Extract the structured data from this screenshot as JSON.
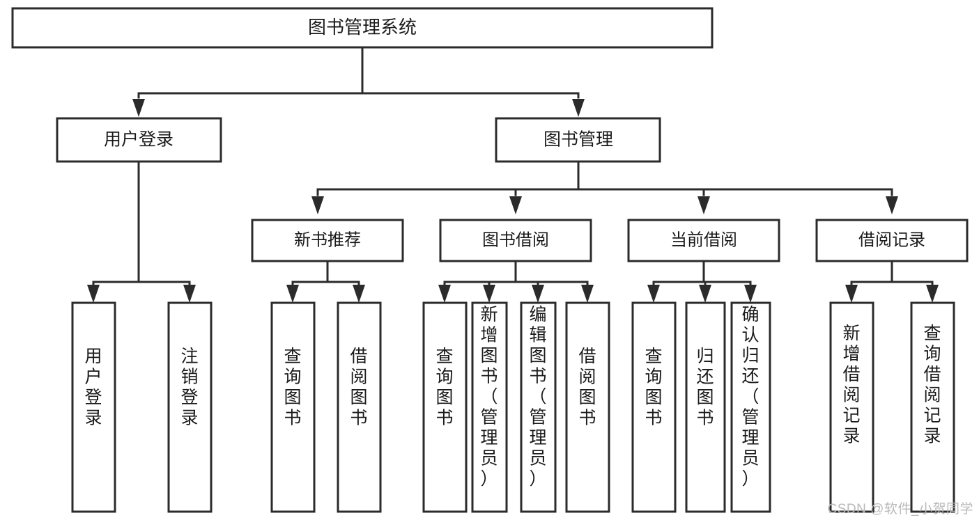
{
  "diagram": {
    "type": "tree-hierarchy-chart",
    "title": "图书管理系统",
    "watermark": "CSDN @软件_小贺同学",
    "colors": {
      "background": "#ffffff",
      "stroke": "#2b2b2b",
      "text": "#1a1a1a",
      "watermark": "#b9b9b9"
    },
    "levels": {
      "level1": [
        {
          "id": "root",
          "label": "图书管理系统",
          "orientation": "horizontal"
        }
      ],
      "level2": [
        {
          "id": "user-login",
          "label": "用户登录",
          "orientation": "horizontal"
        },
        {
          "id": "book-manage",
          "label": "图书管理",
          "orientation": "horizontal"
        }
      ],
      "level3": [
        {
          "id": "new-book-rec",
          "label": "新书推荐",
          "orientation": "horizontal"
        },
        {
          "id": "book-borrow",
          "label": "图书借阅",
          "orientation": "horizontal"
        },
        {
          "id": "current-borrow",
          "label": "当前借阅",
          "orientation": "horizontal"
        },
        {
          "id": "borrow-record",
          "label": "借阅记录",
          "orientation": "horizontal"
        }
      ],
      "level4": [
        {
          "id": "leaf-user-login",
          "label": "用户登录",
          "orientation": "vertical",
          "parent": "user-login"
        },
        {
          "id": "leaf-user-logout",
          "label": "注销登录",
          "orientation": "vertical",
          "parent": "user-login"
        },
        {
          "id": "leaf-query-book-1",
          "label": "查询图书",
          "orientation": "vertical",
          "parent": "new-book-rec"
        },
        {
          "id": "leaf-borrow-book-1",
          "label": "借阅图书",
          "orientation": "vertical",
          "parent": "new-book-rec"
        },
        {
          "id": "leaf-query-book-2",
          "label": "查询图书",
          "orientation": "vertical",
          "parent": "book-borrow"
        },
        {
          "id": "leaf-add-book",
          "label": "新增图书（管理员）",
          "orientation": "vertical",
          "parent": "book-borrow"
        },
        {
          "id": "leaf-edit-book",
          "label": "编辑图书（管理员）",
          "orientation": "vertical",
          "parent": "book-borrow"
        },
        {
          "id": "leaf-borrow-book-2",
          "label": "借阅图书",
          "orientation": "vertical",
          "parent": "book-borrow"
        },
        {
          "id": "leaf-query-book-3",
          "label": "查询图书",
          "orientation": "vertical",
          "parent": "current-borrow"
        },
        {
          "id": "leaf-return-book",
          "label": "归还图书",
          "orientation": "vertical",
          "parent": "current-borrow"
        },
        {
          "id": "leaf-confirm-return",
          "label": "确认归还（管理员）",
          "orientation": "vertical",
          "parent": "current-borrow"
        },
        {
          "id": "leaf-add-record",
          "label": "新增借阅记录",
          "orientation": "vertical",
          "parent": "borrow-record"
        },
        {
          "id": "leaf-query-record",
          "label": "查询借阅记录",
          "orientation": "vertical",
          "parent": "borrow-record"
        }
      ]
    }
  }
}
